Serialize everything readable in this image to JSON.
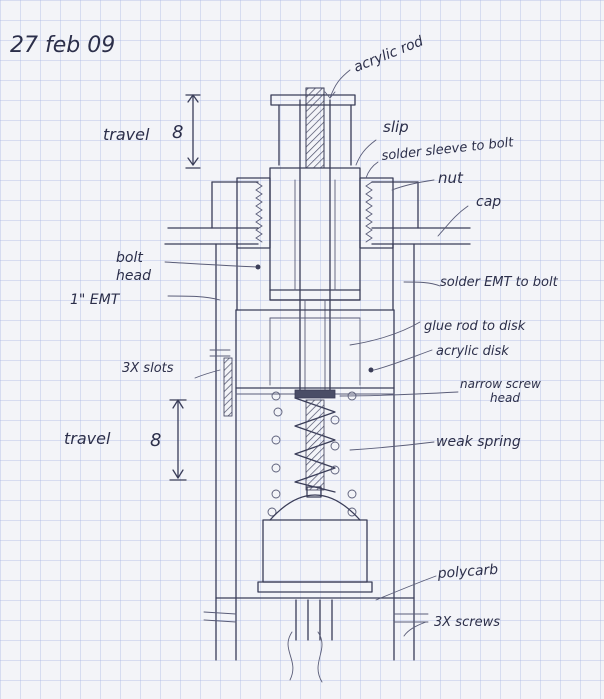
{
  "date": "27 feb 09",
  "labels": {
    "acrylic_rod": "acrylic rod",
    "travel_top": "travel",
    "travel_top_value": "8",
    "slip": "slip",
    "solder_sleeve": "solder sleeve to bolt",
    "nut": "nut",
    "cap": "cap",
    "bolt_head": "bolt head",
    "solder_emt": "solder EMT to bolt",
    "emt": "1\" EMT",
    "glue_rod": "glue rod to disk",
    "acrylic_disk": "acrylic disk",
    "slots": "3X slots",
    "screw_head": "narrow screw head",
    "travel_bottom": "travel",
    "travel_bottom_value": "8",
    "spring": "weak spring",
    "polycarb": "polycarb",
    "screws": "3X screws"
  },
  "colors": {
    "paper": "#f3f4f8",
    "grid": "#a9b6e3",
    "pencil": "#3a3d58"
  }
}
